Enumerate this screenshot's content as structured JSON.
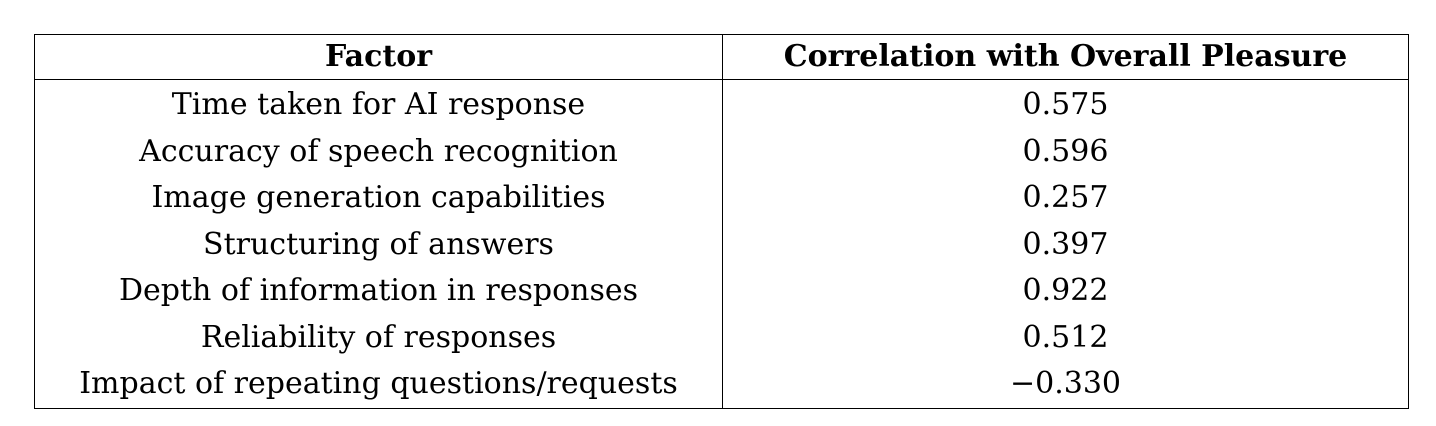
{
  "table": {
    "headers": [
      "Factor",
      "Correlation with Overall Pleasure"
    ],
    "rows": [
      {
        "factor": "Time taken for AI response",
        "correlation": "0.575"
      },
      {
        "factor": "Accuracy of speech recognition",
        "correlation": "0.596"
      },
      {
        "factor": "Image generation capabilities",
        "correlation": "0.257"
      },
      {
        "factor": "Structuring of answers",
        "correlation": "0.397"
      },
      {
        "factor": "Depth of information in responses",
        "correlation": "0.922"
      },
      {
        "factor": "Reliability of responses",
        "correlation": "0.512"
      },
      {
        "factor": "Impact of repeating questions/requests",
        "correlation": "−0.330"
      }
    ]
  }
}
